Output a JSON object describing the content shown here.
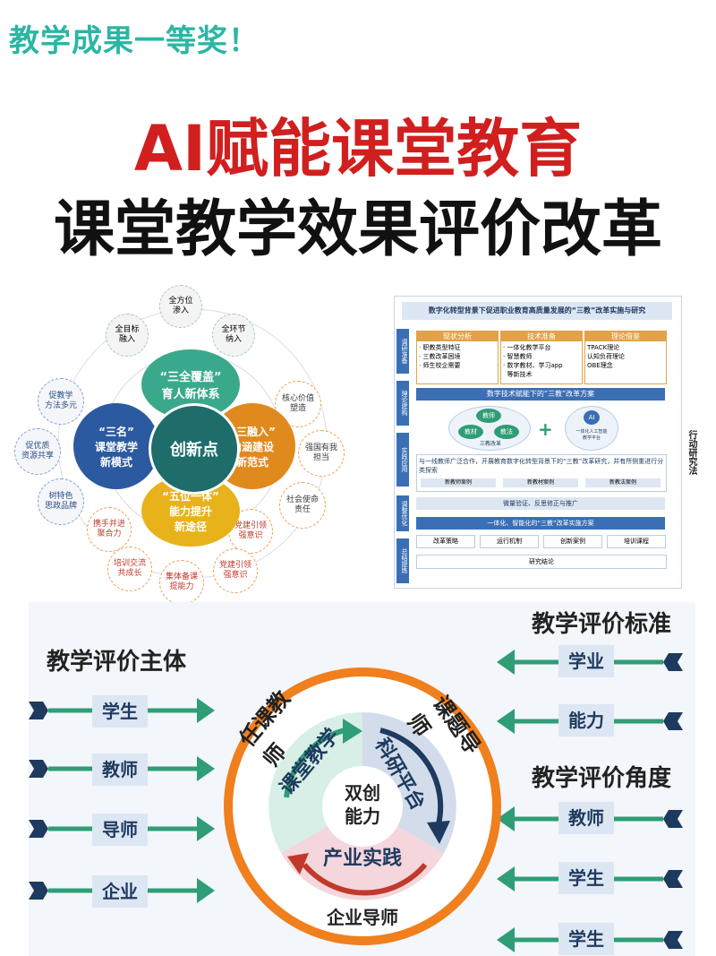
{
  "header": {
    "tag": "教学成果一等奖！",
    "title_main": "AI赋能课堂教育",
    "title_sub": "课堂教学效果评价改革"
  },
  "left_diagram": {
    "center": "创新点",
    "top_inner": "“三全覆盖”\n育人新体系",
    "left_inner": "“三名”\n课堂教学\n新模式",
    "right_inner": "“三融入”\n内涵建设\n新范式",
    "bottom_inner": "“五位一体”\n能力提升\n新途径",
    "outer_nodes": [
      "全方位\n渗入",
      "全环节\n纳入",
      "核心价值\n塑造",
      "强国有我\n担当",
      "社会使命\n责任",
      "党建引领\n强意识",
      "党建引领\n强意识",
      "集体备课\n提能力",
      "培训交流\n共成长",
      "携手并进\n聚合力",
      "树特色\n思政品牌",
      "促优质\n资源共享",
      "促教学\n方法多元",
      "全目标\n融入"
    ]
  },
  "right_panel": {
    "top_title": "数字化转型背景下促进职业教育高质量发展的“三教”改革实施与研究",
    "side_labels": [
      "调研准备",
      "理论建构",
      "实践应用",
      "调整优化",
      "总结提炼"
    ],
    "col_heads": [
      "现状分析",
      "技术准备",
      "理论借鉴"
    ],
    "col_items": [
      "· 职教类型特征\n· 三教改革困境\n· 师生校企需要",
      "· 一体化教学平台\n· 智慧教师\n· 数字教材、学习app\n  等新技术",
      "TPACK理论\n认知负荷理论\nOBE理念"
    ],
    "section2": "数字技术赋能下的“三教”改革方案",
    "note": "与一线教师广泛合作，开展教育数字化转型背景下的“三教”改革研究，并有所侧重进行分类探索",
    "cases": [
      "新教师案例",
      "新教材案例",
      "新教法案例"
    ],
    "verify": "微量验证、反思修正与推广",
    "section3": "一体化、智能化的“三教”改革实施方案",
    "bottom_boxes": [
      "改革策略",
      "运行机制",
      "创新案例",
      "培训课程"
    ],
    "conclusion": "研究结论",
    "vertical_note": "行动研究法",
    "inner_small": [
      "教师",
      "教材",
      "教法",
      "三教改革",
      "AI",
      "一体化人工智能\n教学平台"
    ]
  },
  "bottom": {
    "subject_title": "教学评价主体",
    "subject_items": [
      "学生",
      "教师",
      "导师",
      "企业"
    ],
    "standard_title": "教学评价标准",
    "standard_items": [
      "学业",
      "能力"
    ],
    "angle_title": "教学评价角度",
    "angle_items": [
      "教师",
      "学生",
      "学生"
    ],
    "ring": {
      "left_outer": "任课教师",
      "right_outer": "课题导师",
      "bottom_outer": "企业导师",
      "left_inner": "课堂教学",
      "right_inner": "科研平台",
      "bottom_inner": "产业实践",
      "center": "双创\n能力"
    }
  },
  "colors": {
    "teal": "#2bb6a4",
    "red": "#d11f1f",
    "orange": "#f07f1d",
    "dark_teal": "#1f6d6a",
    "navy": "#1e3a5f",
    "green_arrow": "#2f9d76",
    "box_blue": "#dde6f3"
  }
}
